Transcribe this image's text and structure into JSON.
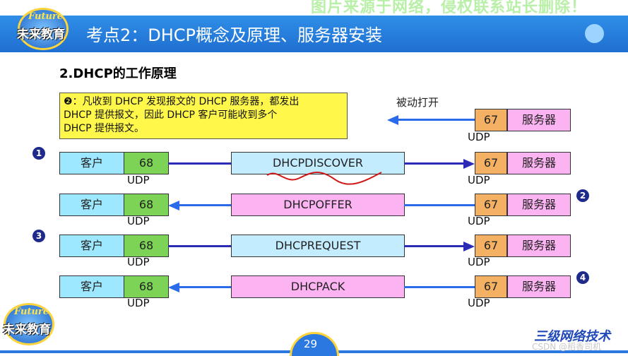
{
  "watermark_top": "图片来源于网络，侵权联系站长删除！",
  "header": {
    "title": "考点2：DHCP概念及原理、服务器安装"
  },
  "logo": {
    "script": "Future",
    "name": "未来教育"
  },
  "section": {
    "title": "2.DHCP的工作原理"
  },
  "note": {
    "marker": "❷",
    "lines": [
      "：凡收到 DHCP 发现报文的 DHCP 服务器，都发出",
      "DHCP 提供报文，因此 DHCP 客户可能收到多个",
      "DHCP 提供报文。"
    ]
  },
  "passive": {
    "label": "被动打开",
    "port": "67",
    "server": "服务器",
    "udp": "UDP"
  },
  "steps": [
    {
      "num": "1",
      "client": "客户",
      "client_port": "68",
      "message": "DHCPDISCOVER",
      "server_port": "67",
      "server": "服务器",
      "udp": "UDP",
      "direction": "to-server",
      "num_side": "left"
    },
    {
      "num": "2",
      "client": "客户",
      "client_port": "68",
      "message": "DHCPOFFER",
      "server_port": "67",
      "server": "服务器",
      "udp": "UDP",
      "direction": "to-client",
      "num_side": "right"
    },
    {
      "num": "3",
      "client": "客户",
      "client_port": "68",
      "message": "DHCPREQUEST",
      "server_port": "67",
      "server": "服务器",
      "udp": "UDP",
      "direction": "to-server",
      "num_side": "left"
    },
    {
      "num": "4",
      "client": "客户",
      "client_port": "68",
      "message": "DHCPACK",
      "server_port": "67",
      "server": "服务器",
      "udp": "UDP",
      "direction": "to-client",
      "num_side": "right"
    }
  ],
  "footer": {
    "page": "29",
    "course": "三级网络技术",
    "csdn": "CSDN @稻香司机"
  },
  "colors": {
    "header_blue": "#1f6fd0",
    "note_yellow": "#fff84a",
    "client_cyan": "#9ee8ff",
    "port68_green": "#7cd356",
    "port67_orange": "#f4b163",
    "server_pink": "#fcb3f2"
  }
}
